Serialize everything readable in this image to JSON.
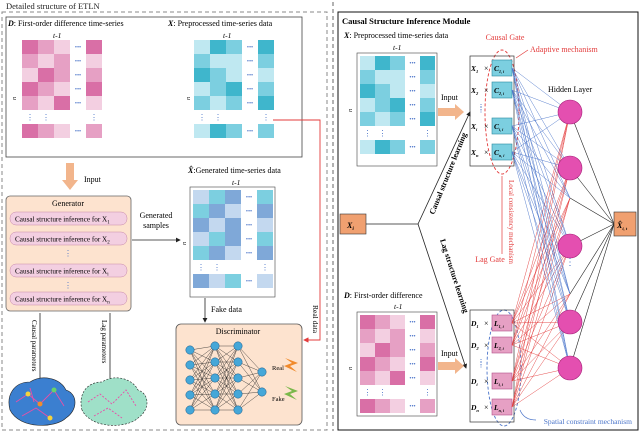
{
  "colors": {
    "pink_dark": "#d96fa6",
    "pink_mid": "#e6a0c4",
    "pink_light": "#f3cfe1",
    "teal_dark": "#3fb6cc",
    "teal_mid": "#7ccfe0",
    "teal_light": "#bfe8f1",
    "blue_mid": "#7fa8d8",
    "blue_light": "#c3d8ef",
    "orange_box": "#fde3cf",
    "orange_dark": "#f0a070",
    "neuron": "#e44fb0",
    "red_line": "#e33b3b",
    "blue_line": "#4a74c9"
  },
  "left": {
    "title": "Detailed structure of ETLN",
    "d_label": "D",
    "d_desc": ": First-order difference time-series",
    "x_label": "X",
    "x_desc": ": Preprocessed time-series data",
    "t_minus_1": "t-1",
    "axis_n": "n",
    "input_label": "Input",
    "generator": {
      "title": "Generator",
      "rows": [
        "Causal structure inference for X",
        "Causal structure inference for X",
        "Causal structure inference for X",
        "Causal structure inference for X"
      ],
      "subs": [
        "1",
        "2",
        "i",
        "n"
      ]
    },
    "generated_samples": [
      "Generated",
      "samples"
    ],
    "xhat_label": "X̂",
    "xhat_desc": ":Generated time-series data",
    "fake_data": "Fake data",
    "real_data": "Real data",
    "discriminator": "Discriminator",
    "real_out": "Real",
    "fake_out": "Fake",
    "causal_params": "Causal parameters",
    "lag_params": "Lag parameters"
  },
  "right": {
    "title": "Causal Structure Inference Module",
    "x_label": "X",
    "x_desc": ": Preprocessed time-series data",
    "t_minus_1": "t-1",
    "causal_gate": "Causal Gate",
    "adaptive": "Adaptive mechanism",
    "hidden_layer": "Hidden Layer",
    "input_label": "Input",
    "causal_learning": "Causal structure learning",
    "lag_learning": "Lag structure learning",
    "local_mech": "Local consistency mechanism",
    "xi_label": "X",
    "xi_sub": "i",
    "xhat_out": "X̂",
    "xhat_sub": "i, t",
    "lag_gate": "Lag Gate",
    "d_label": "D",
    "d_desc": ": First-order difference",
    "spatial": "Spatial constraint mechanism",
    "x_rows": [
      {
        "var": "X",
        "sub": "1",
        "gate": "C",
        "gsub": "1, i"
      },
      {
        "var": "X",
        "sub": "2",
        "gate": "C",
        "gsub": "2, i"
      },
      {
        "var": "X",
        "sub": "i",
        "gate": "C",
        "gsub": "i, i"
      },
      {
        "var": "X",
        "sub": "n",
        "gate": "C",
        "gsub": "n, i"
      }
    ],
    "d_rows": [
      {
        "var": "D",
        "sub": "1",
        "gate": "L",
        "gsub": "1, i"
      },
      {
        "var": "D",
        "sub": "2",
        "gate": "L",
        "gsub": "2, i"
      },
      {
        "var": "D",
        "sub": "i",
        "gate": "L",
        "gsub": "i, i"
      },
      {
        "var": "D",
        "sub": "n",
        "gate": "L",
        "gsub": "n, i"
      }
    ]
  }
}
